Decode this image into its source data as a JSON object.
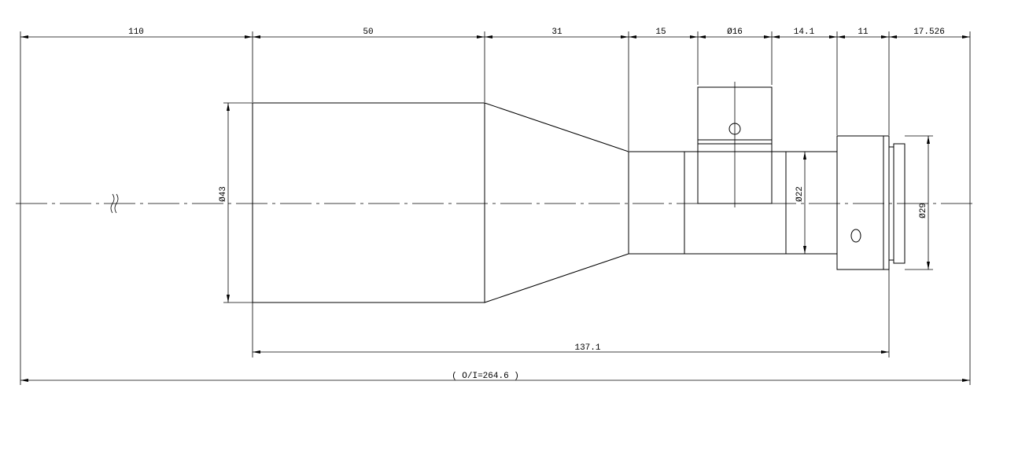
{
  "drawing": {
    "top_dimensions": [
      {
        "id": "dim-110",
        "label": "110"
      },
      {
        "id": "dim-50",
        "label": "50"
      },
      {
        "id": "dim-31",
        "label": "31"
      },
      {
        "id": "dim-15",
        "label": "15"
      },
      {
        "id": "dim-phi16",
        "label": "Ø16"
      },
      {
        "id": "dim-14-1",
        "label": "14.1"
      },
      {
        "id": "dim-11",
        "label": "11"
      },
      {
        "id": "dim-17-526",
        "label": "17.526"
      }
    ],
    "diameters": {
      "phi43": "Ø43",
      "phi22": "Ø22",
      "phi29": "Ø29"
    },
    "bottom_dimensions": {
      "length": "137.1",
      "total": "( O/I=264.6 )"
    }
  }
}
